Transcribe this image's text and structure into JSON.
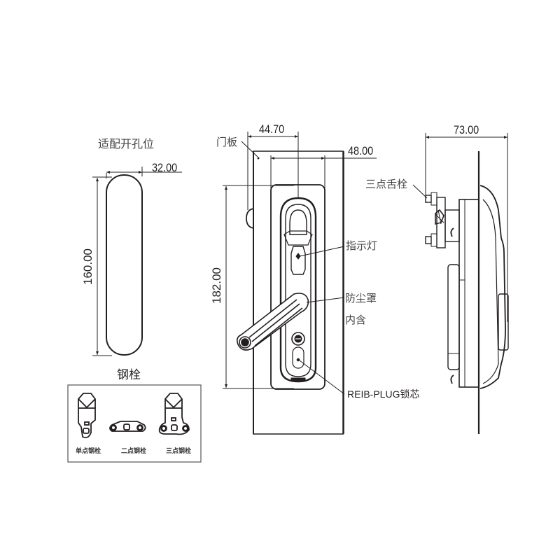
{
  "cutout": {
    "title": "适配开孔位",
    "width_dim": "32.00",
    "height_dim": "160.00"
  },
  "bolts": {
    "title": "钢栓",
    "items": [
      {
        "label": "单点钢栓"
      },
      {
        "label": "二点钢栓"
      },
      {
        "label": "三点钢栓"
      }
    ]
  },
  "front_view": {
    "door_panel_label": "门板",
    "dim_width_offset": "44.70",
    "dim_width": "48.00",
    "dim_height": "182.00",
    "callouts": {
      "indicator_light": "指示灯",
      "dust_cover_line1": "防尘罩",
      "dust_cover_line2": "内含",
      "lock_core": "REIB-PLUG锁芯"
    }
  },
  "side_view": {
    "dim_depth": "73.00",
    "callouts": {
      "three_point_tongue": "三点舌栓"
    }
  },
  "colors": {
    "line": "#231f20",
    "text": "#3a3536"
  }
}
